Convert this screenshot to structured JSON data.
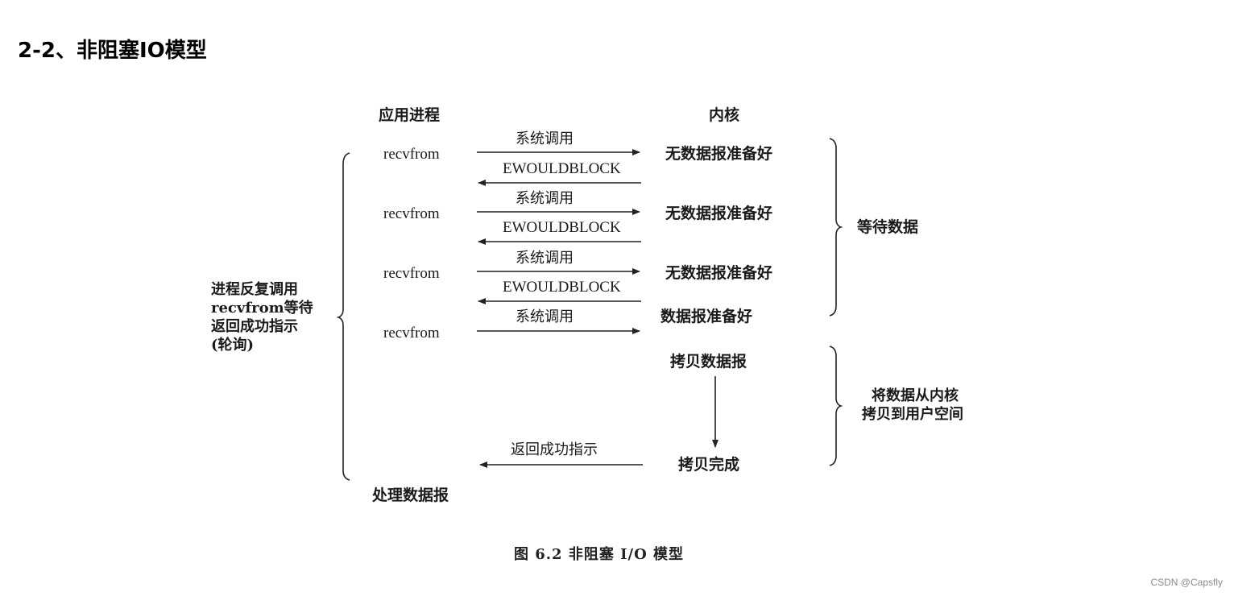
{
  "heading": "2-2、非阻塞IO模型",
  "diagram": {
    "app_header": "应用进程",
    "kernel_header": "内核",
    "recv_label": "recvfrom",
    "syscall_label": "系统调用",
    "ewouldblock_label": "EWOULDBLOCK",
    "not_ready": "无数据报准备好",
    "ready": "数据报准备好",
    "copy_datagram": "拷贝数据报",
    "copy_done": "拷贝完成",
    "return_success": "返回成功指示",
    "process_datagram": "处理数据报",
    "left_note": [
      "进程反复调用",
      "recvfrom等待",
      "返回成功指示",
      "(轮询)"
    ],
    "wait_data": "等待数据",
    "copy_note": [
      "将数据从内核",
      "拷贝到用户空间"
    ]
  },
  "caption": "图 6.2  非阻塞 I/O 模型",
  "watermark": "CSDN @Capsfly"
}
